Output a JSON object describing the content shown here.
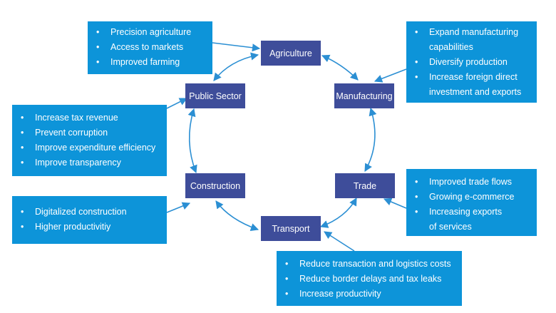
{
  "colors": {
    "node": "#3e4d9a",
    "box": "#0d94d9",
    "arrow": "#2b8fd3"
  },
  "nodes": {
    "agriculture": "Agriculture",
    "manufacturing": "Manufacturing",
    "trade": "Trade",
    "transport": "Transport",
    "construction": "Construction",
    "public_sector": "Public Sector"
  },
  "boxes": {
    "agriculture": [
      "Precision agriculture",
      "Access to markets",
      "Improved farming"
    ],
    "manufacturing": [
      "Expand manufacturing",
      "capabilities",
      "Diversify production",
      "Increase foreign direct",
      "investment and exports"
    ],
    "public_sector": [
      "Increase tax revenue",
      "Prevent corruption",
      "Improve expenditure efficiency",
      "Improve transparency"
    ],
    "trade": [
      "Improved trade flows",
      "Growing e-commerce",
      "Increasing exports",
      "of services"
    ],
    "construction": [
      "Digitalized construction",
      "Higher productivitiy"
    ],
    "transport": [
      "Reduce transaction and logistics costs",
      "Reduce border delays and tax leaks",
      "Increase productivity"
    ]
  }
}
